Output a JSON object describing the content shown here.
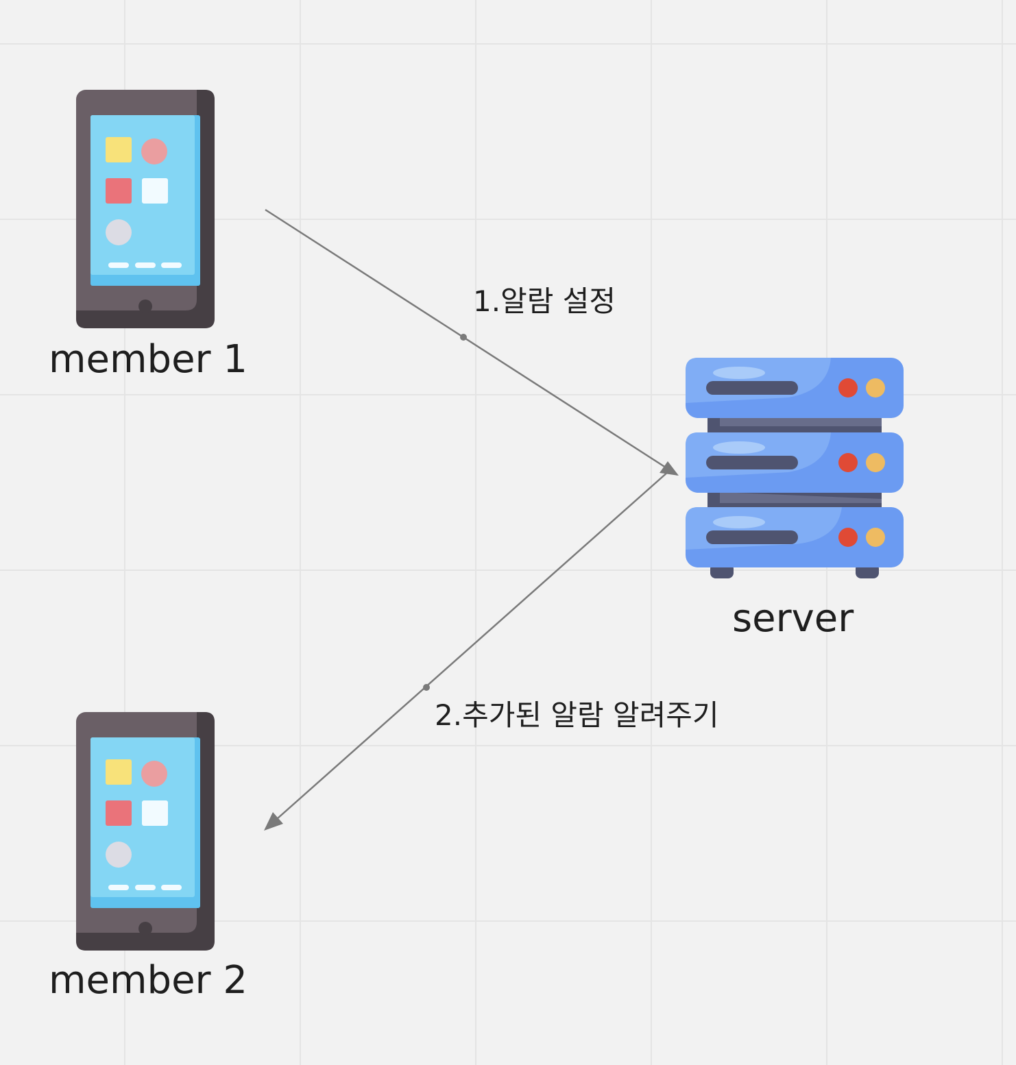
{
  "nodes": {
    "member1": {
      "label": "member 1",
      "icon": "smartphone-icon"
    },
    "member2": {
      "label": "member 2",
      "icon": "smartphone-icon"
    },
    "server": {
      "label": "server",
      "icon": "server-rack-icon"
    }
  },
  "edges": [
    {
      "from": "member1",
      "to": "server",
      "label": "1.알람 설정"
    },
    {
      "from": "server",
      "to": "member2",
      "label": "2.추가된 알람 알려주기"
    }
  ],
  "colors": {
    "background": "#f2f2f2",
    "grid": "#e4e4e4",
    "connector": "#7a7a7a",
    "phone_body": "#6a5f66",
    "phone_screen": "#84d6f4",
    "server_blue": "#6b9bf2",
    "server_dark": "#4f5470"
  }
}
